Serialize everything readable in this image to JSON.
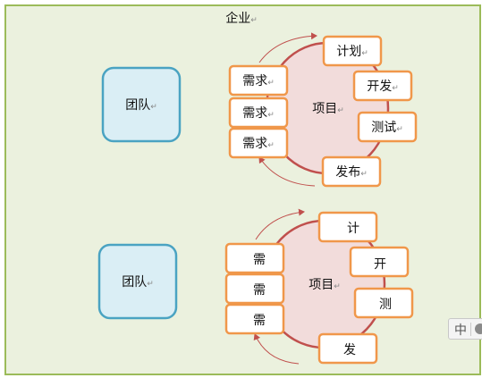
{
  "enterprise": {
    "label": "企业"
  },
  "paragraph_mark": "↵",
  "colors": {
    "enterprise_border": "#9bbb59",
    "enterprise_fill": "#ebf1de",
    "team_border": "#4aa3c2",
    "team_fill": "#daeef5",
    "project_border": "#c0504d",
    "project_fill": "#f2dcdb",
    "box_border": "#f0974a",
    "arrow": "#c0504d"
  },
  "groups": [
    {
      "team": "团队",
      "project": "项目",
      "requirements": [
        "需求",
        "需求",
        "需求"
      ],
      "stages": [
        "计划",
        "开发",
        "测试",
        "发布"
      ]
    },
    {
      "team": "团队",
      "project": "项目",
      "requirements": [
        "需",
        "需",
        "需"
      ],
      "stages": [
        "计",
        "开",
        "测",
        "发"
      ]
    }
  ],
  "ime_toolbar": {
    "char": "中",
    "icon": "moon-icon"
  }
}
